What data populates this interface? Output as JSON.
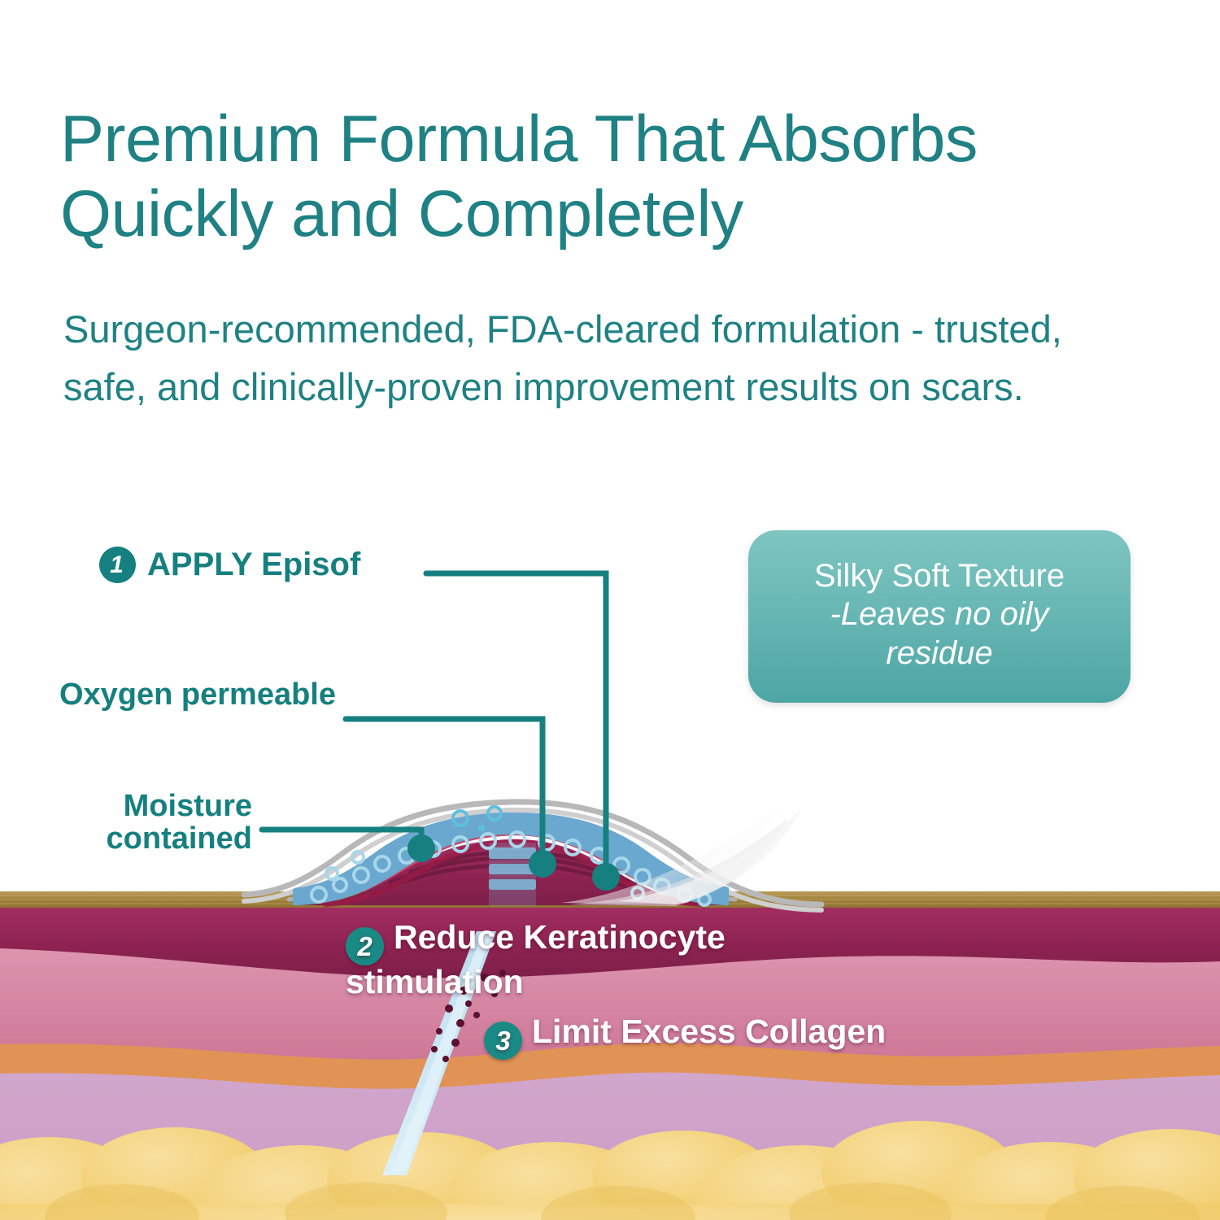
{
  "headline": "Premium Formula That Absorbs Quickly and Completely",
  "subhead": "Surgeon-recommended, FDA-cleared formulation - trusted, safe, and clinically-proven improvement results on scars.",
  "callouts": {
    "step1": {
      "number": "1",
      "label": "APPLY Episof"
    },
    "oxygen": "Oxygen permeable",
    "moisture": "Moisture contained"
  },
  "silky_box": {
    "line1": "Silky Soft Texture",
    "line2": "-Leaves no oily",
    "line3": "residue"
  },
  "skin_steps": [
    {
      "number": "2",
      "label": "Reduce Keratinocyte stimulation"
    },
    {
      "number": "3",
      "label": "Limit Excess Collagen"
    }
  ],
  "colors": {
    "teal": "#1f8183",
    "teal_dark": "#15807f",
    "badge_teal": "#1a8a85",
    "box_top": "#7fc5c2",
    "box_bottom": "#4da5a4",
    "stratum_corneum": "#a8883f",
    "epidermis_dark": "#9e2f5e",
    "dermis_pink": "#d4819f",
    "dermis_band_orange": "#e09355",
    "hypodermis_mauve": "#cfa2c9",
    "fat_yellow": "#f3d272",
    "gel_blue": "#6ba8cf",
    "gel_circle": "#9fd0e6",
    "sheet_gray": "#b5b5b5",
    "keratinocyte_red": "#d81f45",
    "follicle_blue": "#cfe7f3"
  },
  "diagram_title": "skin-cross-section-scar-diagram"
}
